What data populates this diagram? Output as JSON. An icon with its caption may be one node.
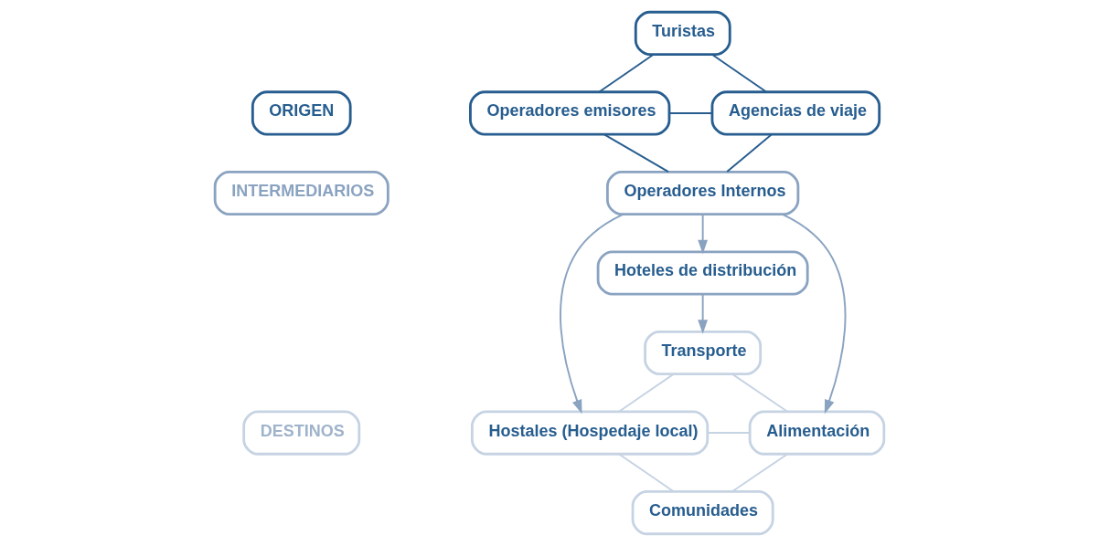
{
  "diagram": {
    "nodes": [
      {
        "text": [
          "ORIGEN"
        ]
      },
      {
        "text": [
          "INTERMEDIARIOS"
        ]
      },
      {
        "text": [
          "DESTINOS"
        ]
      },
      {
        "text": [
          "Turistas"
        ]
      },
      {
        "text": [
          "Operadores emisores"
        ]
      },
      {
        "text": [
          "Agencias de viaje"
        ]
      },
      {
        "text": [
          "Operadores Internos"
        ]
      },
      {
        "text": [
          "Hoteles de distribución"
        ]
      },
      {
        "text": [
          "Transporte"
        ]
      },
      {
        "text": [
          "Hostales (Hospedaje local)"
        ]
      },
      {
        "text": [
          "Alimentación"
        ]
      },
      {
        "text": [
          "Comunidades"
        ]
      }
    ],
    "edges": [
      {
        "from": 3,
        "to": 4,
        "arrow": "none",
        "color": "#275d8f"
      },
      {
        "from": 3,
        "to": 5,
        "arrow": "none",
        "color": "#275d8f"
      },
      {
        "from": 4,
        "to": 5,
        "arrow": "none",
        "color": "#275d8f"
      },
      {
        "from": 4,
        "to": 6,
        "arrow": "none",
        "color": "#275d8f"
      },
      {
        "from": 5,
        "to": 6,
        "arrow": "none",
        "color": "#275d8f"
      },
      {
        "from": 6,
        "to": 9,
        "arrow": "to",
        "color": "#8aa3c1"
      },
      {
        "from": 6,
        "to": 7,
        "arrow": "to",
        "color": "#8aa3c1"
      },
      {
        "from": 6,
        "to": 10,
        "arrow": "to",
        "color": "#8aa3c1"
      },
      {
        "from": 7,
        "to": 8,
        "arrow": "to",
        "color": "#8aa3c1"
      },
      {
        "from": 8,
        "to": 9,
        "arrow": "none",
        "color": "#c6d3e3"
      },
      {
        "from": 8,
        "to": 10,
        "arrow": "none",
        "color": "#c6d3e3"
      },
      {
        "from": 9,
        "to": 10,
        "arrow": "none",
        "color": "#c6d3e3"
      },
      {
        "from": 9,
        "to": 11,
        "arrow": "none",
        "color": "#c6d3e3"
      },
      {
        "from": 11,
        "to": 10,
        "arrow": "none",
        "color": "#c6d3e3"
      }
    ]
  }
}
